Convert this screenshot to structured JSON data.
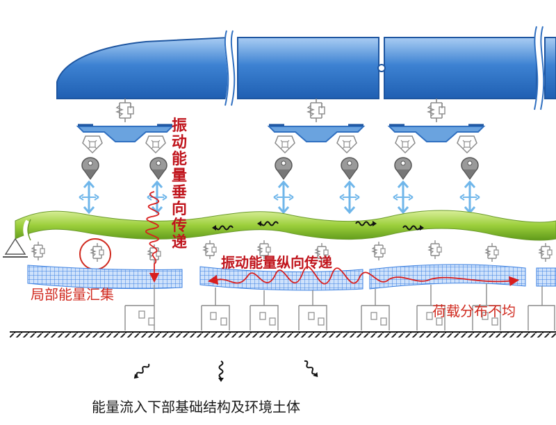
{
  "labels": {
    "vertical_transfer": "振动能量垂向传递",
    "longitudinal_transfer": "振动能量纵向传递",
    "local_gather": "局部能量汇集",
    "uneven_load": "荷载分布不均",
    "energy_flow": "能量流入下部基础结构及环境土体"
  },
  "colors": {
    "train_blue": "#2f6fc0",
    "track_green": "#9ccf3c",
    "slab_grid": "#3a7fe0",
    "spring_gray": "#8a8a8a",
    "arrow_light_blue": "#6fb6ea",
    "red_text": "#c0141c",
    "red_wave": "#d81e1e"
  },
  "icons": {
    "small_wave_arrow": "wavy-arrow-icon",
    "spring_damper": "spring-damper-icon",
    "wheel": "wheel-icon",
    "fixed_support": "triangle-support-icon"
  }
}
